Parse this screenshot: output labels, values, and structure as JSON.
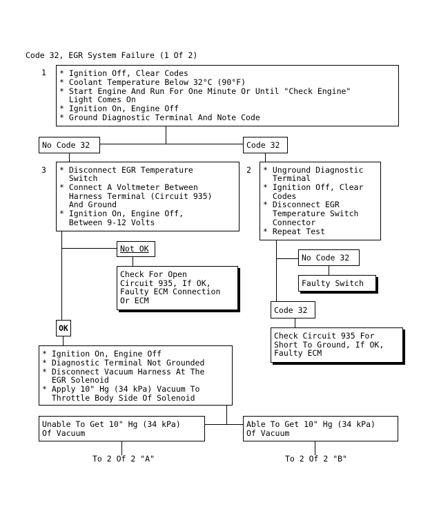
{
  "title": "Code 32, EGR System Failure (1 Of 2)",
  "step1": {
    "number": "1",
    "lines": [
      "* Ignition Off, Clear Codes",
      "* Coolant Temperature Below 32°C (90°F)",
      "* Start Engine And Run For One Minute Or Until \"Check Engine\"",
      "  Light Comes On",
      "* Ignition On, Engine Off",
      "* Ground Diagnostic Terminal And Note Code"
    ]
  },
  "no_code_32_left": "No Code 32",
  "code_32_right": "Code 32",
  "step3": {
    "number": "3",
    "lines": [
      "* Disconnect EGR Temperature",
      "  Switch",
      "* Connect A Voltmeter Between",
      "  Harness Terminal (Circuit 935)",
      "  And Ground",
      "* Ignition On, Engine Off,",
      "  Between 9-12 Volts"
    ]
  },
  "step2": {
    "number": "2",
    "lines": [
      "* Unground Diagnostic",
      "  Terminal",
      "* Ignition Off, Clear",
      "  Codes",
      "* Disconnect EGR",
      "  Temperature Switch",
      "  Connector",
      "* Repeat Test"
    ]
  },
  "not_ok": "Not OK",
  "check_open": [
    "Check For Open",
    "Circuit 935, If OK,",
    "Faulty ECM Connection",
    "Or ECM"
  ],
  "no_code_32_right": "No Code 32",
  "faulty_switch": "Faulty Switch",
  "code_32_lower": "Code 32",
  "check_short": [
    "Check Circuit 935 For",
    "Short To Ground, If OK,",
    "Faulty ECM"
  ],
  "ok": "OK",
  "step4": {
    "lines": [
      "* Ignition On, Engine Off",
      "* Diagnostic Terminal Not Grounded",
      "* Disconnect Vacuum Harness At The",
      "  EGR Solenoid",
      "* Apply 10\" Hg (34 kPa) Vacuum To",
      "  Throttle Body Side Of Solenoid"
    ]
  },
  "unable": [
    "Unable To Get 10\" Hg (34 kPa)",
    "Of Vacuum"
  ],
  "able": [
    "Able To Get 10\" Hg (34 kPa)",
    "Of Vacuum"
  ],
  "to_a": "To 2 Of 2 \"A\"",
  "to_b": "To 2 Of 2 \"B\""
}
